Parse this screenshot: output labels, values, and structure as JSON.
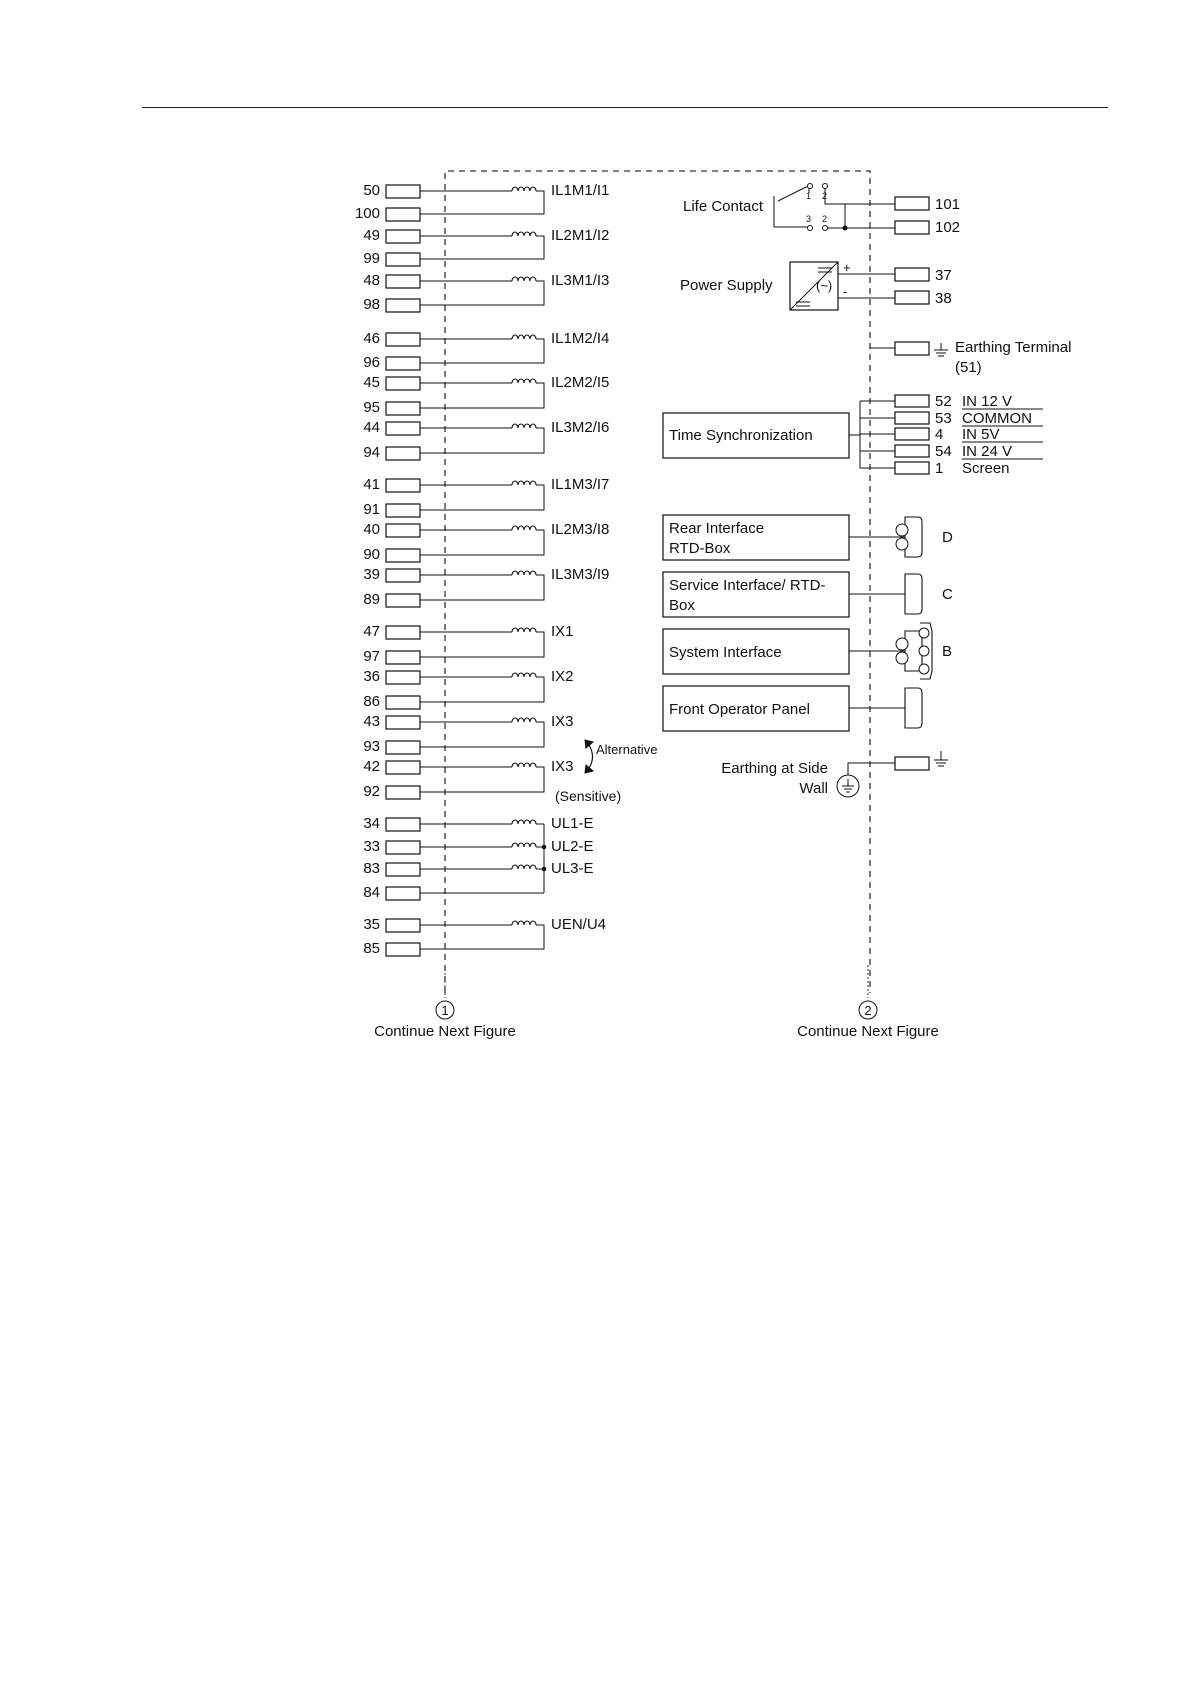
{
  "left_terminals": [
    {
      "num": "50",
      "pair": "100",
      "label": "IL1M1/I1"
    },
    {
      "num": "49",
      "pair": "99",
      "label": "IL2M1/I2"
    },
    {
      "num": "48",
      "pair": "98",
      "label": "IL3M1/I3"
    },
    {
      "num": "46",
      "pair": "96",
      "label": "IL1M2/I4"
    },
    {
      "num": "45",
      "pair": "95",
      "label": "IL2M2/I5"
    },
    {
      "num": "44",
      "pair": "94",
      "label": "IL3M2/I6"
    },
    {
      "num": "41",
      "pair": "91",
      "label": "IL1M3/I7"
    },
    {
      "num": "40",
      "pair": "90",
      "label": "IL2M3/I8"
    },
    {
      "num": "39",
      "pair": "89",
      "label": "IL3M3/I9"
    },
    {
      "num": "47",
      "pair": "97",
      "label": "IX1"
    },
    {
      "num": "36",
      "pair": "86",
      "label": "IX2"
    },
    {
      "num": "43",
      "pair": "93",
      "label": "IX3"
    },
    {
      "num": "42",
      "pair": "92",
      "label": "IX3"
    }
  ],
  "sensitive_note": "(Sensitive)",
  "alternative_label": "Alternative",
  "voltage_terminals": [
    {
      "num": "34",
      "label": "UL1-E"
    },
    {
      "num": "33",
      "label": "UL2-E"
    },
    {
      "num": "83",
      "label": "UL3-E"
    },
    {
      "num": "84",
      "label": ""
    }
  ],
  "uen_terminals": {
    "num1": "35",
    "num2": "85",
    "label": "UEN/U4"
  },
  "life_contact": {
    "label": "Life Contact",
    "pins_top": [
      "1",
      "2"
    ],
    "pins_bottom": [
      "3",
      "2"
    ],
    "terminals": [
      "101",
      "102"
    ]
  },
  "power_supply": {
    "label": "Power Supply",
    "terminals": [
      "37",
      "38"
    ],
    "plus": "+",
    "minus": "-"
  },
  "earthing_terminal": {
    "label": "Earthing Terminal",
    "sub": "(51)"
  },
  "time_sync": {
    "label": "Time Synchronization",
    "terminals": [
      {
        "num": "52",
        "label": "IN 12 V"
      },
      {
        "num": "53",
        "label": "COMMON"
      },
      {
        "num": "4",
        "label": "IN 5V"
      },
      {
        "num": "54",
        "label": "IN 24 V"
      },
      {
        "num": "1",
        "label": "Screen"
      }
    ]
  },
  "interfaces": [
    {
      "line1": "Rear Interface",
      "line2": "RTD-Box",
      "port": "D"
    },
    {
      "line1": "Service Interface/ RTD-",
      "line2": "Box",
      "port": "C"
    },
    {
      "line1": "System Interface",
      "line2": "",
      "port": "B"
    },
    {
      "line1": "Front Operator Panel",
      "line2": "",
      "port": ""
    }
  ],
  "earthing_side": {
    "line1": "Earthing at Side",
    "line2": "Wall"
  },
  "continuation": [
    {
      "symbol": "1",
      "label": "Continue Next Figure"
    },
    {
      "symbol": "2",
      "label": "Continue Next Figure"
    }
  ]
}
